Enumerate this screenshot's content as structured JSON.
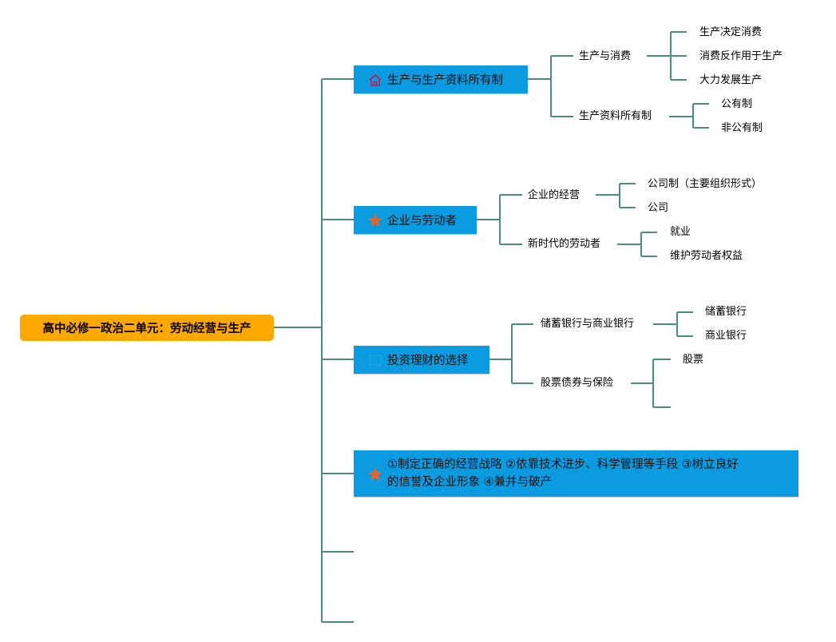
{
  "root": {
    "label": "高中必修一政治二单元：劳动经营与生产"
  },
  "topics": [
    {
      "label": "生产与生产资料所有制",
      "icon": "house-icon",
      "children": [
        {
          "label": "生产与消费",
          "children": [
            "生产决定消费",
            "消费反作用于生产",
            "大力发展生产"
          ]
        },
        {
          "label": "生产资料所有制",
          "children": [
            "公有制",
            "非公有制"
          ]
        }
      ]
    },
    {
      "label": "企业与劳动者",
      "icon": "star-icon",
      "children": [
        {
          "label": "企业的经营",
          "children": [
            "公司制（主要组织形式）",
            "公司"
          ]
        },
        {
          "label": "新时代的劳动者",
          "children": [
            "就业",
            "维护劳动者权益"
          ]
        }
      ]
    },
    {
      "label": "投资理财的选择",
      "icon": "blank-icon",
      "children": [
        {
          "label": "储蓄银行与商业银行",
          "children": [
            "储蓄银行",
            "商业银行"
          ]
        },
        {
          "label": "股票债券与保险",
          "children": [
            "股票",
            "",
            ""
          ]
        }
      ]
    },
    {
      "label_line1": "①制定正确的经营战略 ②依靠技术进步、科学管理等手段 ③树立良好",
      "label_line2": "的信誉及企业形象 ④兼并与破产",
      "icon": "star-icon"
    }
  ],
  "colors": {
    "root": "#FFA900",
    "topic": "#0A9BE0",
    "line": "#4D8A80",
    "star": "#E0652A"
  }
}
